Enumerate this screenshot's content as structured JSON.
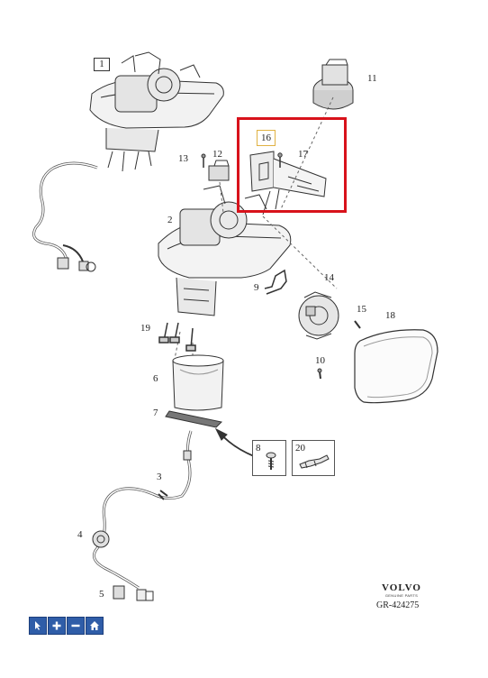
{
  "diagram": {
    "part_labels": {
      "p1": "1",
      "p2": "2",
      "p3": "3",
      "p4": "4",
      "p5": "5",
      "p6": "6",
      "p7": "7",
      "p8": "8",
      "p9": "9",
      "p10": "10",
      "p11": "11",
      "p12": "12",
      "p13": "13",
      "p14": "14",
      "p15": "15",
      "p16": "16",
      "p17": "17",
      "p18": "18",
      "p19": "19",
      "p20": "20"
    },
    "highlight_color": "#d8121b"
  },
  "brand": {
    "name": "VOLVO",
    "subtitle": "GENUINE PARTS",
    "reference": "GR-424275"
  },
  "toolbar": {
    "buttons": [
      {
        "icon": "pointer-icon"
      },
      {
        "icon": "zoom-in-icon"
      },
      {
        "icon": "zoom-out-icon"
      },
      {
        "icon": "home-icon"
      }
    ],
    "color": "#2f5da8"
  }
}
